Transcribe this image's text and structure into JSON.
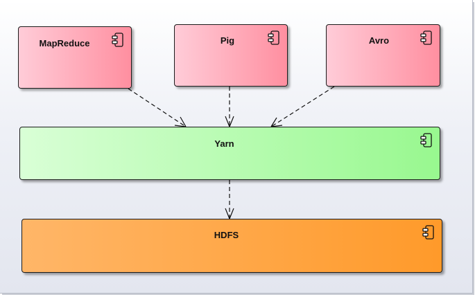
{
  "diagram": {
    "nodes": {
      "mapreduce": {
        "label": "MapReduce"
      },
      "pig": {
        "label": "Pig"
      },
      "avro": {
        "label": "Avro"
      },
      "yarn": {
        "label": "Yarn"
      },
      "hdfs": {
        "label": "HDFS"
      }
    },
    "edges": [
      {
        "from": "MapReduce",
        "to": "Yarn",
        "style": "dashed"
      },
      {
        "from": "Pig",
        "to": "Yarn",
        "style": "dashed"
      },
      {
        "from": "Avro",
        "to": "Yarn",
        "style": "dashed"
      },
      {
        "from": "Yarn",
        "to": "HDFS",
        "style": "dashed"
      }
    ],
    "node_icon": "component-icon",
    "colors": {
      "upper_nodes": "#ff9fb0",
      "middle_node": "#a8f8a0",
      "bottom_node": "#ff9f30"
    }
  }
}
